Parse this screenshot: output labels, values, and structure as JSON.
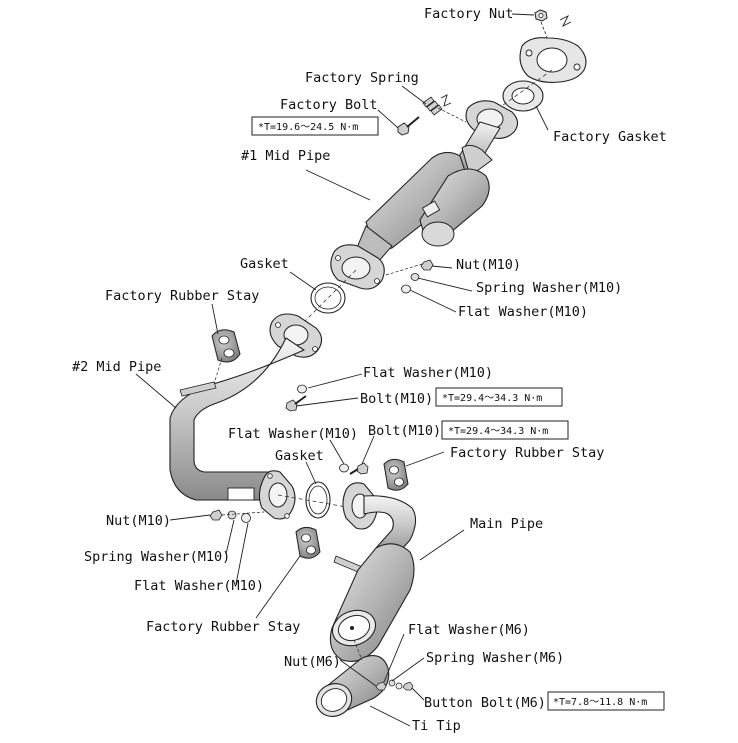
{
  "labels": {
    "factory_nut": "Factory Nut",
    "factory_spring": "Factory Spring",
    "factory_bolt": "Factory Bolt",
    "factory_gasket": "Factory Gasket",
    "mid_pipe_1": "#1 Mid Pipe",
    "gasket_1": "Gasket",
    "nut_m10_a": "Nut(M10)",
    "spring_washer_m10_a": "Spring Washer(M10)",
    "flat_washer_m10_a": "Flat Washer(M10)",
    "factory_rubber_stay_a": "Factory Rubber Stay",
    "mid_pipe_2": "#2 Mid Pipe",
    "flat_washer_m10_b": "Flat Washer(M10)",
    "bolt_m10_b": "Bolt(M10)",
    "flat_washer_m10_c": "Flat Washer(M10)",
    "bolt_m10_c": "Bolt(M10)",
    "gasket_2": "Gasket",
    "factory_rubber_stay_b": "Factory Rubber Stay",
    "main_pipe": "Main Pipe",
    "nut_m10_d": "Nut(M10)",
    "spring_washer_m10_d": "Spring Washer(M10)",
    "flat_washer_m10_d": "Flat Washer(M10)",
    "factory_rubber_stay_c": "Factory Rubber Stay",
    "flat_washer_m6": "Flat Washer(M6)",
    "nut_m6": "Nut(M6)",
    "spring_washer_m6": "Spring Washer(M6)",
    "button_bolt_m6": "Button Bolt(M6)",
    "ti_tip": "Ti Tip"
  },
  "torque": {
    "factory_bolt": "*T=19.6～24.5 N·m",
    "bolt_m10_b": "*T=29.4～34.3 N·m",
    "bolt_m10_c": "*T=29.4～34.3 N·m",
    "button_bolt_m6": "*T=7.8～11.8 N·m"
  }
}
